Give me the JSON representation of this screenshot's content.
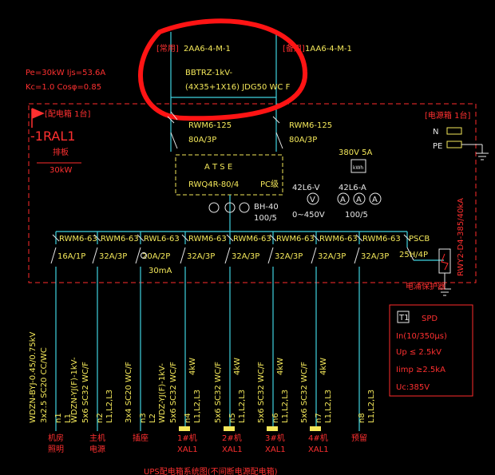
{
  "header": {
    "source_common": "[常用]",
    "source_common_feed": "2AA6-4-M-1",
    "source_backup": "[备用]",
    "source_backup_feed": "1AA6-4-M-1",
    "cable_line1": "BBTRZ-1kV-",
    "cable_line2": "(4X35+1X16) JDG50 WC F"
  },
  "params": {
    "pe": "Pe=30kW Ijs=53.6A",
    "kc": "Kc=1.0 Cosφ=0.85"
  },
  "panel": {
    "id": "-1RAL1",
    "tag": "[配电箱 1台]",
    "sub_label": "排板",
    "capacity": "30kW",
    "right_tag": "[电源箱 1台]",
    "n_label": "N",
    "pe_label": "PE"
  },
  "breakers_top": [
    {
      "name": "RWM6-125",
      "rating": "80A/3P"
    },
    {
      "name": "RWM6-125",
      "rating": "80A/3P"
    }
  ],
  "atse": {
    "title": "A T S E",
    "model": "RWQ4R-80/4",
    "class": "PC级"
  },
  "instruments": {
    "kwh_rating": "380V 5A",
    "kwh_label": "kWh",
    "voltmeter_model": "42L6-V",
    "voltmeter_range": "0~450V",
    "ammeter_model": "42L6-A",
    "ammeter_range": "100/5",
    "ct_model": "BH-40",
    "ct_ratio": "100/5",
    "v_symbol": "V",
    "a_symbol": "A"
  },
  "branches": [
    {
      "breaker": "RWM6-63",
      "rating": "16A/1P",
      "cable": "WDZN-BYJ-0.45/0.75kV",
      "spec": "3x2.5 SC20 CC/WC",
      "circuit": "n1",
      "phase": "L1",
      "load": [
        "机房",
        "照明"
      ],
      "tag": ""
    },
    {
      "breaker": "RWM6-63",
      "rating": "32A/3P",
      "cable": "WDZN-YJ(F)-1kV-",
      "spec": "5x6 SC32 WC/F",
      "circuit": "n2",
      "phase": "L1,L2,L3",
      "load": [
        "主机",
        "电源"
      ],
      "tag": ""
    },
    {
      "breaker": "RWL6-63",
      "rating": "20A/2P",
      "cable": "",
      "spec": "3x4 SC20 WC/F",
      "circuit": "n3",
      "phase": "L2",
      "load": [
        "插座"
      ],
      "tag": "",
      "rcd": "30mA"
    },
    {
      "breaker": "RWM6-63",
      "rating": "32A/3P",
      "cable": "WDZ-YJ(F)-1kV-",
      "spec": "5x6 SC32 WC/F",
      "circuit": "n4",
      "phase": "L1,L2,L3",
      "load": [
        "1#机",
        "XAL1"
      ],
      "tag": "yes"
    },
    {
      "breaker": "RWM6-63",
      "rating": "32A/3P",
      "cable": "",
      "spec": "5x6 SC32 WC/F",
      "circuit": "n5",
      "phase": "L1,L2,L3",
      "load": [
        "2#机",
        "XAL1"
      ],
      "tag": "yes"
    },
    {
      "breaker": "RWM6-63",
      "rating": "32A/3P",
      "cable": "",
      "spec": "5x6 SC32 WC/F",
      "circuit": "n6",
      "phase": "L1,L2,L3",
      "load": [
        "3#机",
        "XAL1"
      ],
      "tag": "yes"
    },
    {
      "breaker": "RWM6-63",
      "rating": "32A/3P",
      "cable": "",
      "spec": "5x6 SC32 WC/F",
      "circuit": "n7",
      "phase": "L1,L2,L3",
      "load": [
        "4#机",
        "XAL1"
      ],
      "tag": "yes"
    },
    {
      "breaker": "RWM6-63",
      "rating": "32A/3P",
      "cable": "",
      "spec": "",
      "circuit": "n8",
      "phase": "L1,L2,L3",
      "load": [
        "预留"
      ],
      "tag": ""
    }
  ],
  "branch_power": "4kW",
  "surge": {
    "breaker": "PSCB",
    "rating": "25H/4P",
    "spd_model": "RWY2-D4-385/40kA",
    "label": "电涌保护器",
    "box_title": "SPD",
    "t1": "T1",
    "in": "In(10/350μs)",
    "up": "Up ≤ 2.5kV",
    "imp": "Iimp ≥2.5kA",
    "uc": "Uc:385V"
  },
  "footer": "UPS配电箱系统图(不间断电源配电箱)",
  "colors": {
    "cyan": "#3fd3e0",
    "red": "#ff2b2b",
    "yellow": "#f4e85a",
    "white": "#e8e8e8",
    "annotation": "#ff1414"
  }
}
